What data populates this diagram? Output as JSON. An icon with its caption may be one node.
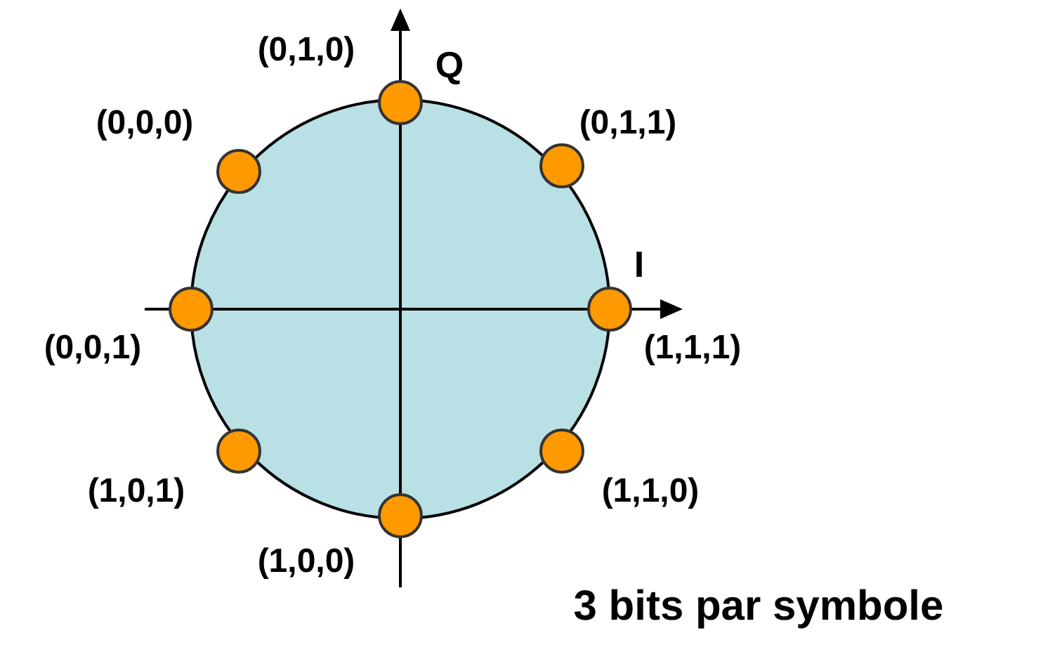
{
  "diagram": {
    "nodes": [
      {
        "text": [],
        "shape": "circle",
        "beside": [
          "(0,1,0)"
        ]
      },
      {
        "text": [],
        "shape": "circle",
        "beside": [
          "(0,1,1)"
        ]
      },
      {
        "text": [],
        "shape": "circle",
        "beside": [
          "(1,1,1)"
        ]
      },
      {
        "text": [],
        "shape": "circle",
        "beside": [
          "(1,1,0)"
        ]
      },
      {
        "text": [],
        "shape": "circle",
        "beside": [
          "(1,0,0)"
        ]
      },
      {
        "text": [],
        "shape": "circle",
        "beside": [
          "(1,0,1)"
        ]
      },
      {
        "text": [],
        "shape": "circle",
        "beside": [
          "(0,0,1)"
        ]
      },
      {
        "text": [],
        "shape": "circle",
        "beside": [
          "(0,0,0)"
        ]
      }
    ],
    "labels": [
      "Q",
      "I",
      "3 bits par symbole"
    ]
  }
}
